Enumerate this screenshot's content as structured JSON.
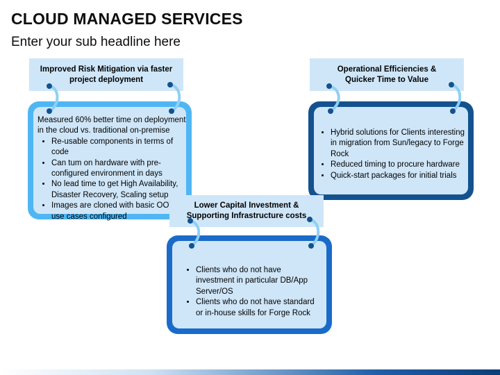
{
  "header": {
    "title": "CLOUD MANAGED SERVICES",
    "subtitle": "Enter your sub headline here"
  },
  "panels": {
    "left": {
      "label": "Improved Risk Mitigation via faster project deployment",
      "intro": "Measured 60% better time on deployment in the cloud vs. traditional on-premise",
      "bullets": [
        "Re-usable components in terms of code",
        "Can tum on hardware with pre-configured environment in days",
        "No lead time to get High Availability, Disaster Recovery, Scaling setup",
        "Images are cloned with basic OOTB use cases configured"
      ]
    },
    "middle": {
      "label": "Lower Capital Investment & Supporting Infrastructure costs",
      "bullets": [
        "Clients who do not have investment in particular DB/App Server/OS",
        "Clients who do not have standard or in-house skills for Forge Rock"
      ]
    },
    "right": {
      "label": "Operational Efficiencies & Quicker Time to Value",
      "bullets": [
        "Hybrid solutions for Clients interesting in migration from Sun/legacy to Forge Rock",
        "Reduced timing to procure hardware",
        "Quick-start packages for initial trials"
      ]
    }
  },
  "colors": {
    "light_frame": "#4fb6f4",
    "dark_frame": "#13528f",
    "mid_frame": "#1a6bc9",
    "card_fill": "#cfe6f8",
    "ring": "#8fd0f5"
  }
}
